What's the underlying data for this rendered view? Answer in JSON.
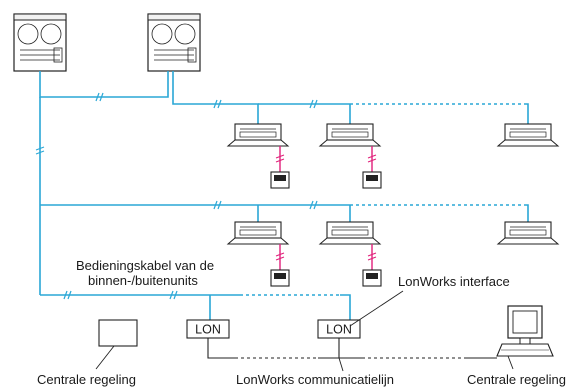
{
  "labels": {
    "bedieningskabel_line1": "Bedieningskabel van de",
    "bedieningskabel_line2": "binnen-/buitenunits",
    "lonworks_interface": "LonWorks interface",
    "centrale_regeling_left": "Centrale regeling",
    "lonworks_communicatielijn": "LonWorks communicatielijn",
    "centrale_regeling_right": "Centrale regeling",
    "lon_box_1": "LON",
    "lon_box_2": "LON"
  },
  "colors": {
    "refrigerant_line": "#2aa7d6",
    "remote_line": "#e0207a",
    "comm_line": "#222222"
  }
}
